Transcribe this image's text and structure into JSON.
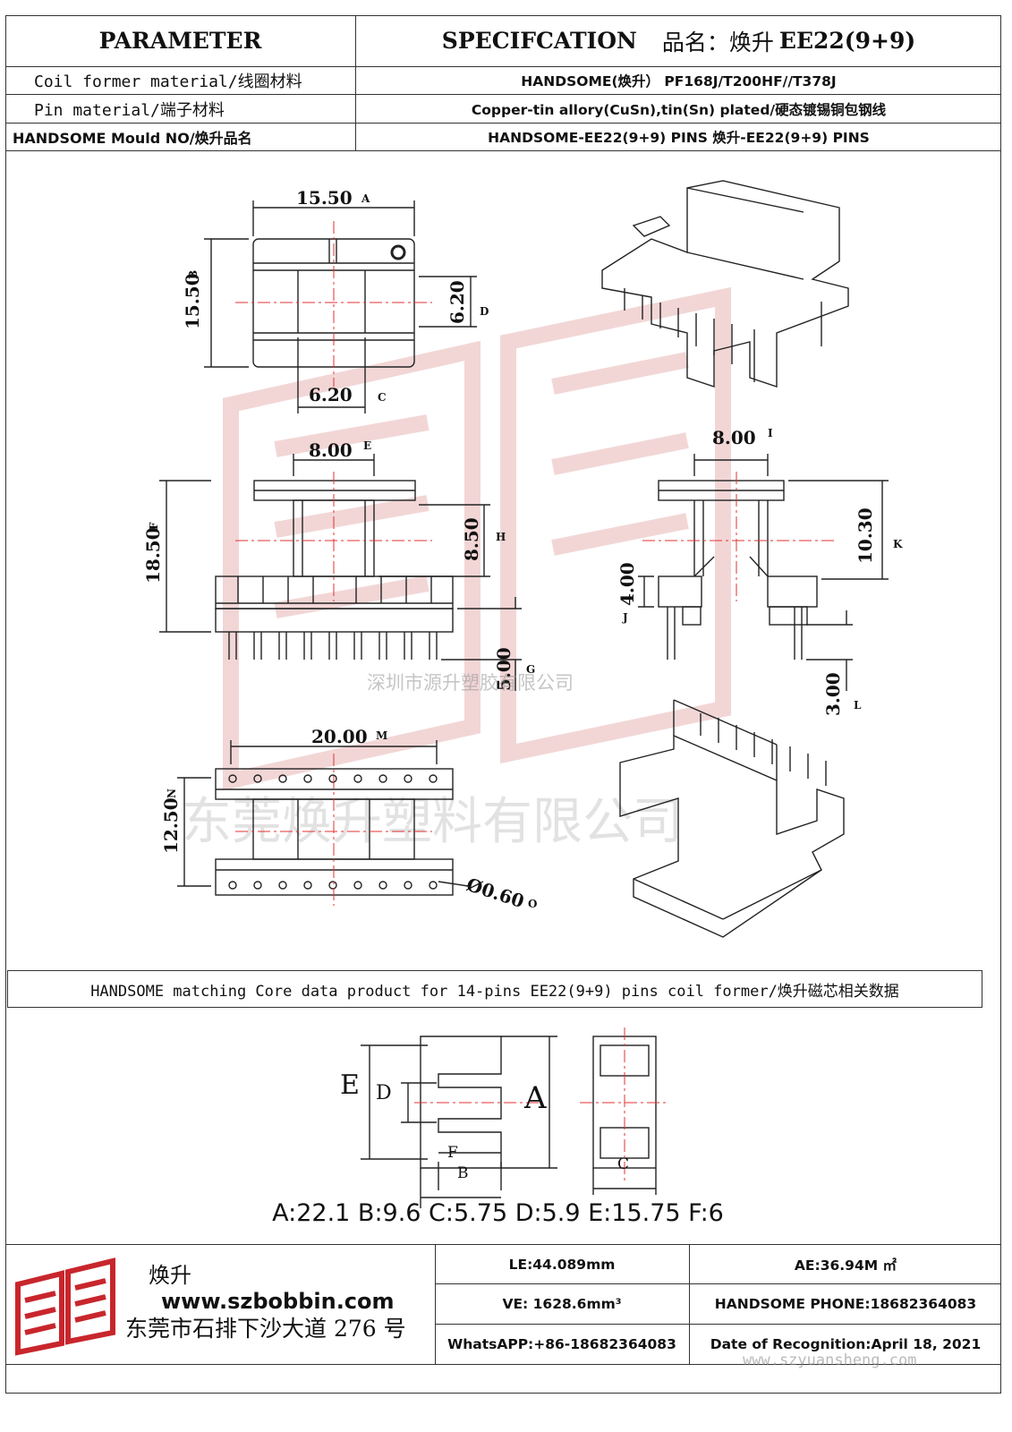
{
  "header": {
    "parameter": "PARAMETER",
    "specification": "SPECIFCATION",
    "product_label": "品名：焕升",
    "product_model": "EE22(9+9)"
  },
  "rows": [
    {
      "label": "Coil former material/线圈材料",
      "value": "HANDSOME(焕升）  PF168J/T200HF//T378J"
    },
    {
      "label": "Pin material/端子材料",
      "value": "Copper-tin allory(CuSn),tin(Sn) plated/硬态镀锡铜包钢线"
    },
    {
      "label": "HANDSOME Mould NO/焕升品名",
      "value": "HANDSOME-EE22(9+9) PINS    焕升-EE22(9+9) PINS"
    }
  ],
  "note_mark": "、",
  "dimensions": {
    "top_width": "15.50",
    "top_width_tag": "A",
    "top_height": "15.50",
    "top_height_tag": "B",
    "top_inner_h": "6.20",
    "top_inner_h_tag": "D",
    "top_inner_w": "6.20",
    "top_inner_w_tag": "C",
    "front_core_w": "8.00",
    "front_core_w_tag": "E",
    "front_total_h": "18.50",
    "front_total_h_tag": "F",
    "front_window_h": "8.50",
    "front_window_h_tag": "H",
    "front_pin_len": "5.00",
    "front_pin_len_tag": "G",
    "side_core_w": "8.00",
    "side_core_w_tag": "I",
    "side_h": "10.30",
    "side_h_tag": "K",
    "side_base_h": "4.00",
    "side_base_h_tag": "J",
    "side_pin_len": "3.00",
    "side_pin_len_tag": "L",
    "bottom_w": "20.00",
    "bottom_w_tag": "M",
    "bottom_h": "12.50",
    "bottom_h_tag": "N",
    "pin_dia": "Ø0.60",
    "pin_dia_tag": "O"
  },
  "watermarks": {
    "company_small": "深圳市源升塑胶有限公司",
    "company_large": "东莞焕升塑料有限公司",
    "url": "www.szyuansheng.com"
  },
  "matching_title": "HANDSOME matching Core data  product for 14-pins EE22(9+9) pins coil former/焕升磁芯相关数据",
  "core_labels": {
    "A": "A",
    "B": "B",
    "C": "C",
    "D": "D",
    "E": "E",
    "F": "F"
  },
  "core_data": "A:22.1 B:9.6 C:5.75 D:5.9 E:15.75 F:6",
  "footer": {
    "brand": "焕升",
    "website": "www.szbobbin.com",
    "address": "东莞市石排下沙大道 276 号",
    "le": "LE:44.089mm",
    "ae": "AE:36.94M ㎡",
    "ve": "VE: 1628.6mm³",
    "phone": "HANDSOME PHONE:18682364083",
    "whatsapp": "WhatsAPP:+86-18682364083",
    "date": "Date of Recognition:April 18, 2021"
  },
  "colors": {
    "line": "#222222",
    "center_line": "#e53030",
    "logo_red": "#c8262c",
    "watermark": "#d9a0a0"
  }
}
